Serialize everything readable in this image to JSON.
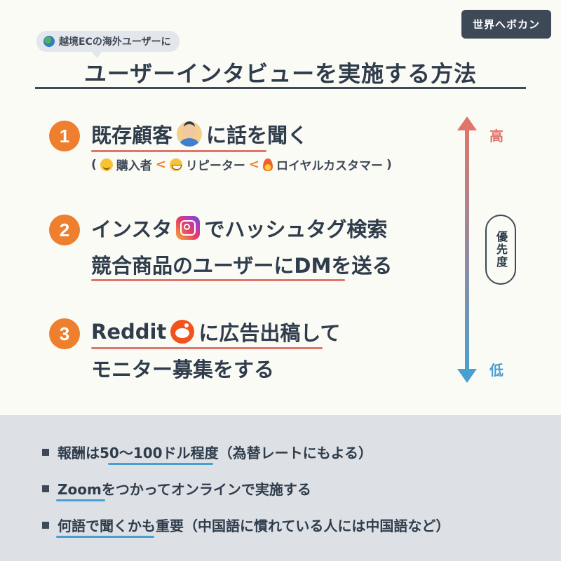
{
  "brand": "世界へボカン",
  "bubble": "越境ECの海外ユーザーに",
  "title": "ユーザーインタビューを実施する方法",
  "items": [
    {
      "number": "1",
      "line1_before": "既存顧客",
      "line1_after": "に話を聞く",
      "sub": {
        "open": "(",
        "buyer": "購入者",
        "sep1": "<",
        "repeater": "リピーター",
        "sep2": "<",
        "loyal": "ロイヤルカスタマー",
        "close": ")"
      }
    },
    {
      "number": "2",
      "line1_before": "インスタ",
      "line1_after": "でハッシュタグ検索",
      "line2": "競合商品のユーザーにDMを送る"
    },
    {
      "number": "3",
      "line1_before": "Reddit",
      "line1_after": "に広告出稿して",
      "line2": "モニター募集をする"
    }
  ],
  "priority": {
    "high": "高",
    "label": "優先度",
    "low": "低"
  },
  "bullets": [
    "報酬は50〜100ドル程度（為替レートにもよる）",
    "Zoomをつかってオンラインで実施する",
    "何語で聞くかも重要（中国語に慣れている人には中国語など）"
  ],
  "colors": {
    "accent_orange": "#ee7f2e",
    "underline_red": "#e0756b",
    "underline_blue": "#4a9fd1",
    "navy": "#3d4957"
  }
}
